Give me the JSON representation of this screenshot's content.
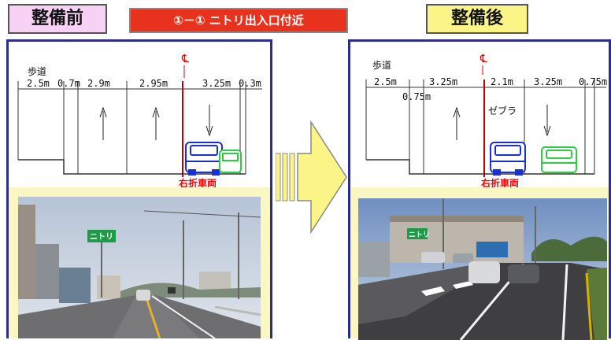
{
  "header": {
    "before_title": "整備前",
    "location_title": "①－① ニトリ出入口付近",
    "after_title": "整備後"
  },
  "before": {
    "sidewalk_label": "歩道",
    "centerline_symbol": "℄",
    "widths": [
      "2.5m",
      "0.7m",
      "2.9m",
      "2.95m",
      "3.25m",
      "0.3m"
    ],
    "right_turn_label": "右折車両",
    "photo_sign": "ニトリ"
  },
  "after": {
    "sidewalk_label": "歩道",
    "centerline_symbol": "℄",
    "widths": [
      "2.5m",
      "3.25m",
      "2.1m",
      "3.25m",
      "0.75m"
    ],
    "extra_width": "0.75m",
    "zebra_label": "ゼブラ",
    "right_turn_label": "右折車両",
    "photo_sign": "ニトリ"
  },
  "colors": {
    "panel_border": "#2c2d91",
    "before_title_bg": "#f7d2f5",
    "after_title_bg": "#fbf587",
    "subtitle_bg": "#e8321e",
    "right_turn_car": "#1a2fd6",
    "straight_car": "#2ecc40",
    "centerline": "#c00000",
    "arrow_fill": "#fbf587"
  }
}
